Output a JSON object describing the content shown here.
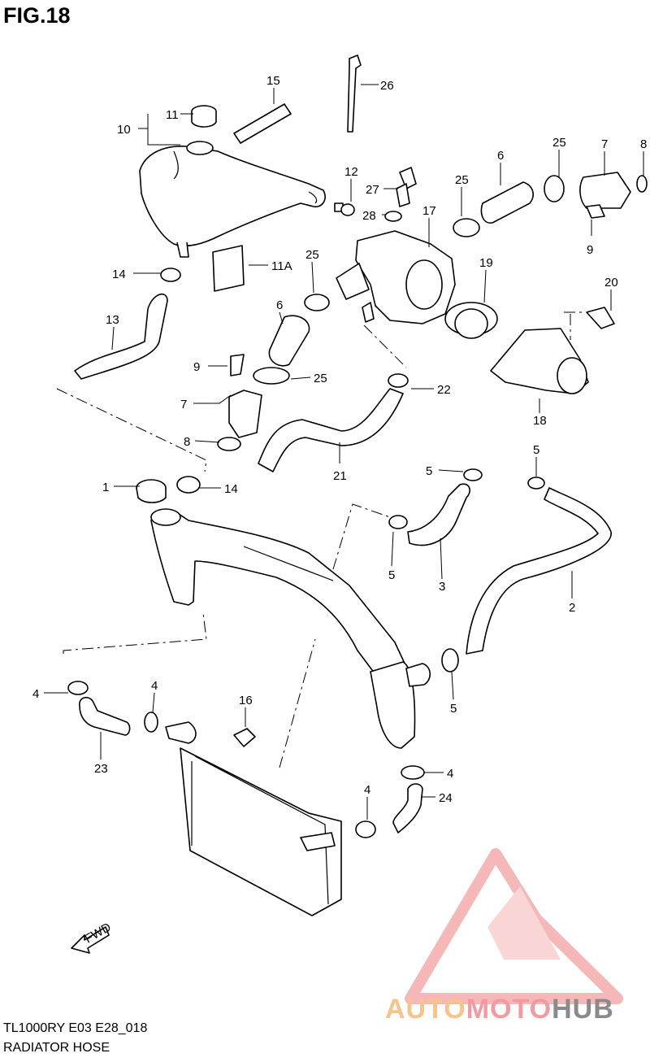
{
  "header": {
    "figure_title": "FIG.18"
  },
  "footer": {
    "code": "TL1000RY E03 E28_018",
    "title": "RADIATOR HOSE"
  },
  "watermark": {
    "part1": "AUTO",
    "part2": "MOTO",
    "part3": "HUB",
    "colors": {
      "auto": "#f6c48a",
      "moto": "#f39aa0",
      "hub": "#8a8a8a",
      "logo": "#f2a0a0"
    }
  },
  "fwd_arrow": {
    "label": "FWD"
  },
  "callouts": [
    {
      "id": "c15",
      "text": "15"
    },
    {
      "id": "c26",
      "text": "26"
    },
    {
      "id": "c11",
      "text": "11"
    },
    {
      "id": "c10",
      "text": "10"
    },
    {
      "id": "c12",
      "text": "12"
    },
    {
      "id": "c27",
      "text": "27"
    },
    {
      "id": "c28",
      "text": "28"
    },
    {
      "id": "c6a",
      "text": "6"
    },
    {
      "id": "c25a",
      "text": "25"
    },
    {
      "id": "c7a",
      "text": "7"
    },
    {
      "id": "c8a",
      "text": "8"
    },
    {
      "id": "c25b",
      "text": "25"
    },
    {
      "id": "c17",
      "text": "17"
    },
    {
      "id": "c9a",
      "text": "9"
    },
    {
      "id": "c11A",
      "text": "11A"
    },
    {
      "id": "c14a",
      "text": "14"
    },
    {
      "id": "c25c",
      "text": "25"
    },
    {
      "id": "c19",
      "text": "19"
    },
    {
      "id": "c20",
      "text": "20"
    },
    {
      "id": "c6b",
      "text": "6"
    },
    {
      "id": "c13",
      "text": "13"
    },
    {
      "id": "c9b",
      "text": "9"
    },
    {
      "id": "c25d",
      "text": "25"
    },
    {
      "id": "c22",
      "text": "22"
    },
    {
      "id": "c7b",
      "text": "7"
    },
    {
      "id": "c18",
      "text": "18"
    },
    {
      "id": "c8b",
      "text": "8"
    },
    {
      "id": "c21",
      "text": "21"
    },
    {
      "id": "c5a",
      "text": "5"
    },
    {
      "id": "c5b",
      "text": "5"
    },
    {
      "id": "c1",
      "text": "1"
    },
    {
      "id": "c14b",
      "text": "14"
    },
    {
      "id": "c5c",
      "text": "5"
    },
    {
      "id": "c3",
      "text": "3"
    },
    {
      "id": "c2",
      "text": "2"
    },
    {
      "id": "c4a",
      "text": "4"
    },
    {
      "id": "c4b",
      "text": "4"
    },
    {
      "id": "c16",
      "text": "16"
    },
    {
      "id": "c5d",
      "text": "5"
    },
    {
      "id": "c23",
      "text": "23"
    },
    {
      "id": "c4c",
      "text": "4"
    },
    {
      "id": "c4d",
      "text": "4"
    },
    {
      "id": "c24",
      "text": "24"
    }
  ]
}
